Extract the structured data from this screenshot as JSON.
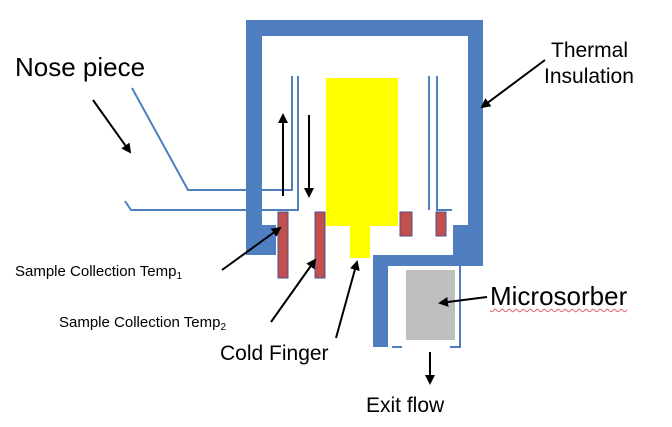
{
  "labels": {
    "nose_piece": "Nose piece",
    "thermal_insulation_line1": "Thermal",
    "thermal_insulation_line2": "Insulation",
    "microsorber": "Microsorber",
    "sample_temp1_text": "Sample Collection Temp",
    "sample_temp1_sub": "1",
    "sample_temp2_text": "Sample Collection Temp",
    "sample_temp2_sub": "2",
    "cold_finger": "Cold Finger",
    "exit_flow": "Exit flow"
  },
  "colors": {
    "insulation": "#4f7fc1",
    "cold_finger": "#ffff00",
    "collection_pins": "#c0504d",
    "microsorber": "#bfbfbf",
    "tube_line": "#4f7fc1",
    "arrow": "#000000"
  }
}
